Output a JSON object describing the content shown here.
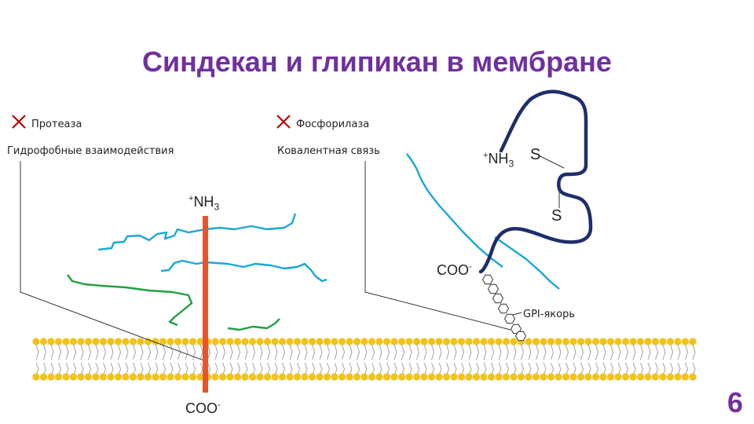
{
  "title": "Синдекан и глипикан в мембране",
  "legend": {
    "protease": "Протеаза",
    "phosphorylase": "Фосфорилаза"
  },
  "labels": {
    "hydrophobic": "Гидрофобные взаимодействия",
    "covalent": "Ковалентная связь",
    "gpi_anchor": "GPI-якорь",
    "nh3_left": "NH",
    "nh3_right": "NH",
    "plus": "+",
    "three": "3",
    "coo_bottom": "COO",
    "coo_right": "COO",
    "minus": "-",
    "s_top": "S",
    "s_bottom": "S"
  },
  "page_number": "6",
  "colors": {
    "title": "#7030a0",
    "cross": "#c00000",
    "cyan_chain": "#1aa7d6",
    "green_chain": "#20a040",
    "protein": "#1f2d6b",
    "core_rod": "#e8542a",
    "lipid_head": "#f2c21b",
    "lipid_tail": "#a0a0a0"
  }
}
